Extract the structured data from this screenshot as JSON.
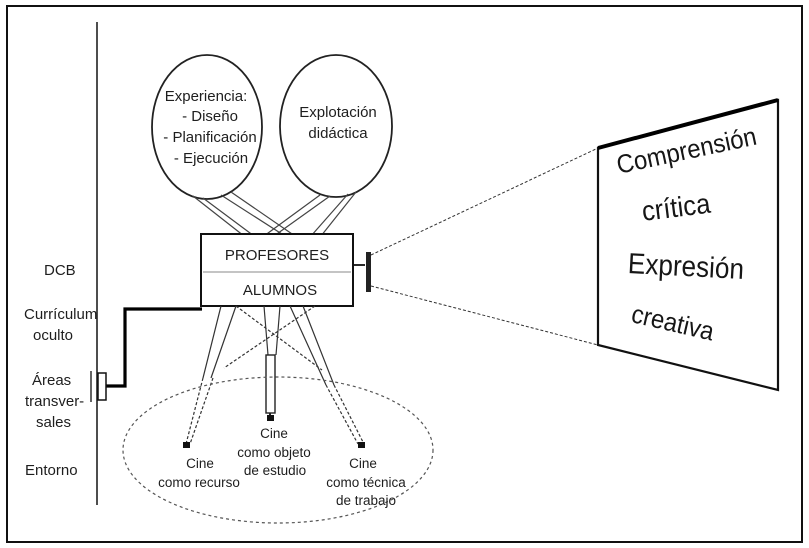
{
  "balloons": {
    "experiencia": {
      "title": "Experiencia:",
      "items": [
        "- Diseño",
        "- Planificación",
        "- Ejecución"
      ]
    },
    "explotacion": {
      "line1": "Explotación",
      "line2": "didáctica"
    }
  },
  "projector": {
    "top": "PROFESORES",
    "bottom": "ALUMNOS"
  },
  "left_labels": {
    "dcb": "DCB",
    "curriculum_1": "Currículum",
    "curriculum_2": "oculto",
    "areas_1": "Áreas",
    "areas_2": "transver-",
    "areas_3": "sales",
    "entorno": "Entorno"
  },
  "legs": {
    "recurso_1": "Cine",
    "recurso_2": "como recurso",
    "objeto_1": "Cine",
    "objeto_2": "como objeto",
    "objeto_3": "de estudio",
    "tecnica_1": "Cine",
    "tecnica_2": "como técnica",
    "tecnica_3": "de trabajo"
  },
  "screen": {
    "line1": "Comprensión",
    "line2": "crítica",
    "line3": "Expresión",
    "line4": "creativa"
  }
}
